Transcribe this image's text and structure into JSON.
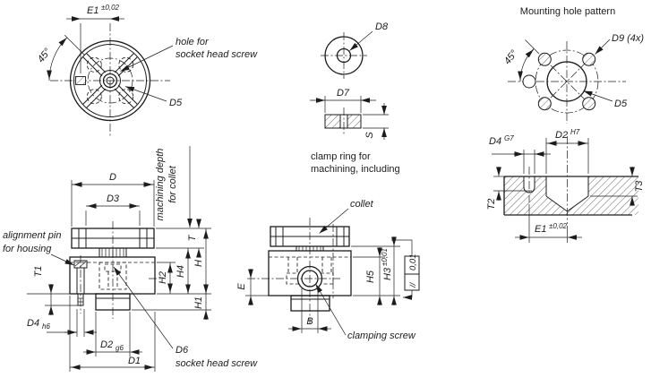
{
  "colors": {
    "ink": "#1c1c1c",
    "background": "#ffffff",
    "hatch": "#444444"
  },
  "view_front_circular": {
    "dim_e1": "E1",
    "dim_e1_tol": "±0,02",
    "angle_45": "45°",
    "note_hole_line1": "hole for",
    "note_hole_line2": "socket head screw",
    "dim_d5": "D5"
  },
  "view_clamp_ring": {
    "dim_d8": "D8",
    "dim_d7": "D7",
    "dim_s": "S",
    "caption_line1": "clamp ring for",
    "caption_line2": "machining, including"
  },
  "view_mounting_pattern": {
    "title": "Mounting hole pattern",
    "angle_45": "45°",
    "dim_d9": "D9 (4x)",
    "dim_d5": "D5"
  },
  "view_mounting_section": {
    "dim_d4": "D4",
    "dim_d4_fit": "G7",
    "dim_d2": "D2",
    "dim_d2_fit": "H7",
    "dim_t2": "T2",
    "dim_t3": "T3",
    "dim_e1": "E1",
    "dim_e1_tol": "±0,02"
  },
  "view_front_section": {
    "dim_d": "D",
    "dim_d3": "D3",
    "note_depth_line1": "machining depth",
    "note_depth_line2": "for collet",
    "dim_t": "T",
    "note_pin_line1": "alignment pin",
    "note_pin_line2": "for housing",
    "dim_t1": "T1",
    "dim_d4": "D4",
    "dim_d4_fit": "h6",
    "dim_d2": "D2",
    "dim_d2_fit": "g6",
    "dim_d1": "D1",
    "dim_d6": "D6",
    "note_d6": "socket head screw",
    "dim_h2": "H2",
    "dim_h4": "H4",
    "dim_h": "H",
    "dim_h1": "H1"
  },
  "view_side_section": {
    "note_collet": "collet",
    "dim_e": "E",
    "dim_h5": "H5",
    "dim_h3": "H3",
    "dim_h3_tol": "±0,01",
    "dim_b": "B",
    "note_screw": "clamping screw",
    "fcf_symbol": "//",
    "fcf_value": "0,01"
  }
}
